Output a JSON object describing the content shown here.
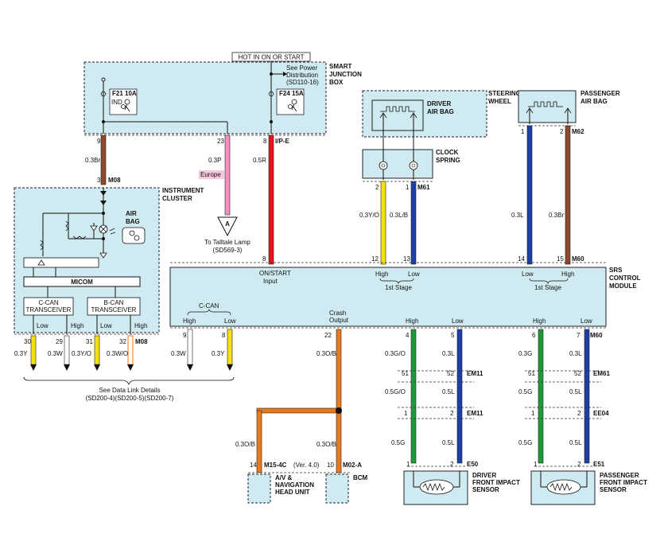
{
  "header": {
    "hot_label": "HOT IN ON OR START"
  },
  "junction_box": {
    "title_1": "SMART",
    "title_2": "JUNCTION",
    "title_3": "BOX",
    "see_power_1": "See Power",
    "see_power_2": "Distribution",
    "see_power_3": "(SD110-16)",
    "fuse_1": "F21 10A",
    "fuse_1_sub": "IND",
    "fuse_2": "F24 15A",
    "connector": "I/P-E"
  },
  "instrument_cluster": {
    "title_1": "INSTRUMENT",
    "title_2": "CLUSTER",
    "airbag_1": "AIR",
    "airbag_2": "BAG",
    "micom": "MICOM",
    "ccan_1": "C-CAN",
    "ccan_2": "TRANSCEIVER",
    "bcan_1": "B-CAN",
    "bcan_2": "TRANSCEIVER",
    "connector": "M08",
    "connector_bottom": "M08",
    "pin_labels": [
      "Low",
      "High",
      "Low",
      "High"
    ]
  },
  "steering_wheel": {
    "title_1": "STEERING",
    "title_2": "WHEEL",
    "driver_1": "DRIVER",
    "driver_2": "AIR BAG"
  },
  "clock_spring": {
    "title_1": "CLOCK",
    "title_2": "SPRING",
    "connector": "M61"
  },
  "passenger_airbag": {
    "title_1": "PASSENGER",
    "title_2": "AIR BAG",
    "connector": "M62"
  },
  "srs_module": {
    "title_1": "SRS",
    "title_2": "CONTROL",
    "title_3": "MODULE",
    "connector": "M60",
    "connector_bottom": "M60",
    "on_start_1": "ON/START",
    "on_start_2": "Input",
    "stage_driver": "1st Stage",
    "stage_pass": "1st Stage",
    "high": "High",
    "low": "Low",
    "ccan": "C-CAN",
    "crash_1": "Crash",
    "crash_2": "Output"
  },
  "talltale": {
    "symbol": "A",
    "line_1": "To Talltale Lamp",
    "line_2": "(SD569-3)",
    "europe": "Europe"
  },
  "data_link": {
    "line_1": "See Data Link Details",
    "line_2": "(SD200-4)(SD200-5)(SD200-7)"
  },
  "av_unit": {
    "title_1": "A/V &",
    "title_2": "NAVIGATION",
    "title_3": "HEAD UNIT",
    "connector": "M15-4C",
    "version": "(Ver. 4.0)",
    "pin": "14"
  },
  "bcm": {
    "title": "BCM",
    "connector": "M02-A",
    "pin": "10"
  },
  "driver_sensor": {
    "title_1": "DRIVER",
    "title_2": "FRONT IMPACT",
    "title_3": "SENSOR",
    "connector": "E50"
  },
  "pass_sensor": {
    "title_1": "PASSENGER",
    "title_2": "FRONT IMPACT",
    "title_3": "SENSOR",
    "connector": "E51"
  },
  "connectors": {
    "m08": "M08",
    "em11a": "EM11",
    "em11b": "EM11",
    "em61": "EM61",
    "ee04": "EE04"
  },
  "wires": {
    "w9": "0.3Br",
    "w23": "0.3P",
    "w8": "0.5R",
    "w_m61_2": "0.3Y/O",
    "w_m61_1": "0.3L/B",
    "w_m62_1": "0.3L",
    "w_m62_2": "0.3Br",
    "w30": "0.3Y",
    "w29": "0.3W",
    "w31": "0.3Y/O",
    "w32": "0.3W/O",
    "w_srs9": "0.3W",
    "w_srs8": "0.3Y",
    "w22": "0.3O/B",
    "w_av": "0.3O/B",
    "w_bcm": "0.3O/B",
    "d_g1": "0.3G/O",
    "d_l1": "0.3L",
    "d_g2": "0.5G/O",
    "d_l2": "0.5L",
    "d_g3": "0.5G",
    "d_l3": "0.5L",
    "p_g1": "0.3G",
    "p_l1": "0.3L",
    "p_g2": "0.5G",
    "p_l2": "0.5L",
    "p_g3": "0.5G",
    "p_l3": "0.5L"
  },
  "pins": {
    "jb_9": "9",
    "jb_23": "23",
    "jb_8": "8",
    "ic_3": "3",
    "cs_2": "2",
    "cs_1": "1",
    "pa_1": "1",
    "pa_2": "2",
    "srs_12": "12",
    "srs_13": "13",
    "srs_14": "14",
    "srs_15": "15",
    "ic_30": "30",
    "ic_29": "29",
    "ic_31": "31",
    "ic_32": "32",
    "srs_9": "9",
    "srs_8": "8",
    "srs_22": "22",
    "srs_4": "4",
    "srs_5": "5",
    "srs_6": "6",
    "srs_7": "7",
    "d51": "51",
    "d52": "52",
    "d1a": "1",
    "d2a": "2",
    "d1b": "1",
    "d2b": "2",
    "p51": "51",
    "p52": "52",
    "p1a": "1",
    "p2a": "2",
    "p1b": "1",
    "p2b": "2"
  },
  "colors": {
    "box_fill": "#cfeaf0",
    "brown": "#8b4a2b",
    "pink": "#f48fc1",
    "red": "#e8141b",
    "yellow": "#f5e10c",
    "blue": "#1d3fa8",
    "orange": "#e87a1e",
    "green": "#1e9a3a",
    "white": "#ffffff"
  }
}
